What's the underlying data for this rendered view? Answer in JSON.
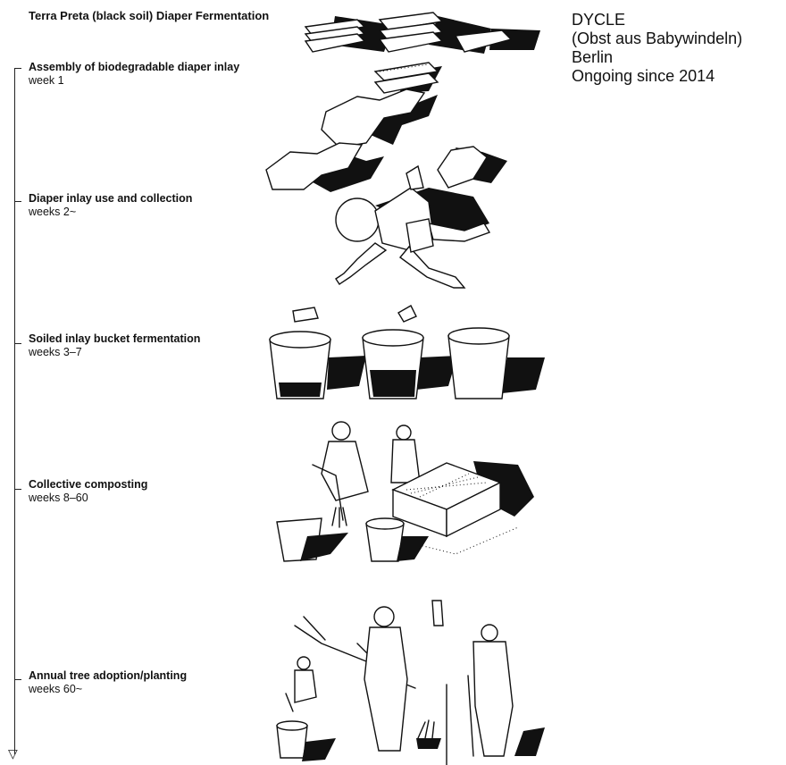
{
  "title": "Terra Preta (black soil) Diaper Fermentation",
  "project": {
    "name": "DYCLE",
    "subtitle": "(Obst aus Babywindeln)",
    "city": "Berlin",
    "since": "Ongoing since 2014"
  },
  "stages": [
    {
      "name": "Assembly of biodegradable diaper inlay",
      "time": "week 1"
    },
    {
      "name": "Diaper inlay use and collection",
      "time": "weeks 2~"
    },
    {
      "name": "Soiled inlay bucket fermentation",
      "time": "weeks 3–7"
    },
    {
      "name": "Collective composting",
      "time": "weeks 8–60"
    },
    {
      "name": "Annual tree adoption/planting",
      "time": "weeks 60~"
    }
  ]
}
